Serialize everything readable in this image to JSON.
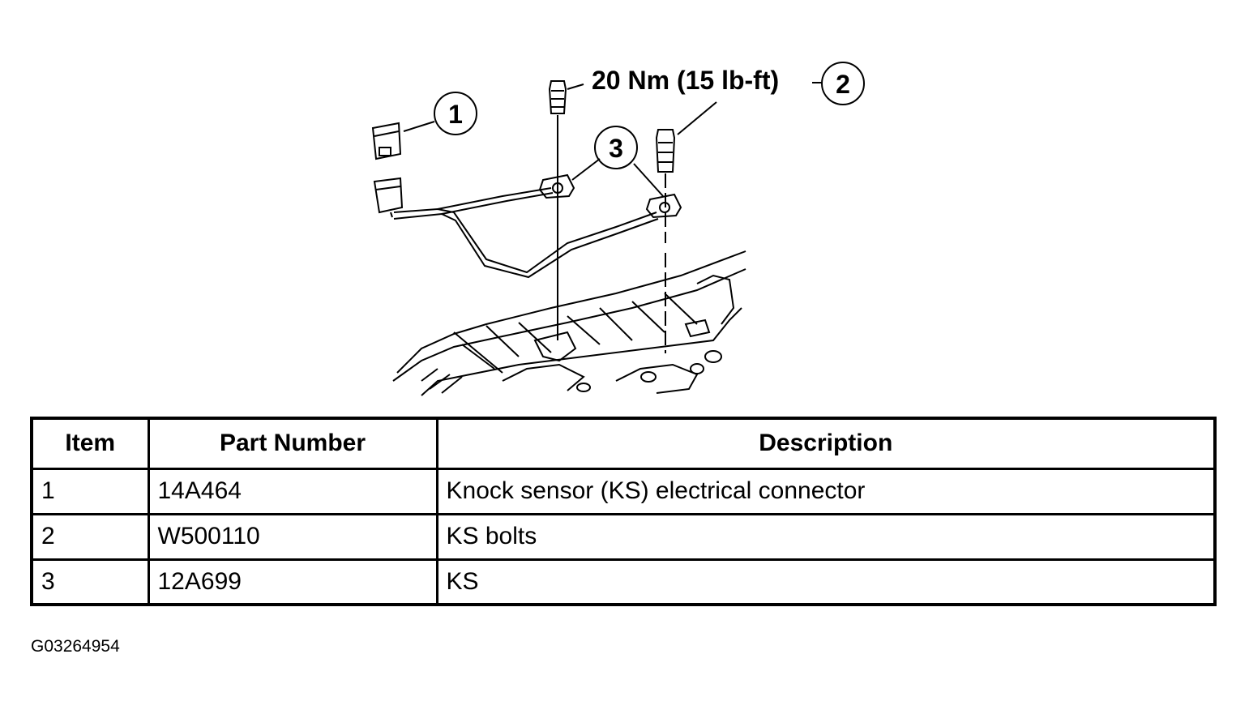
{
  "callouts": {
    "torque_label": "20 Nm (15 lb-ft)",
    "c1": "1",
    "c2": "2",
    "c3": "3"
  },
  "table": {
    "headers": {
      "item": "Item",
      "part_number": "Part Number",
      "description": "Description"
    },
    "rows": [
      {
        "item": "1",
        "part_number": "14A464",
        "description": "Knock sensor (KS) electrical connector"
      },
      {
        "item": "2",
        "part_number": "W500110",
        "description": "KS bolts"
      },
      {
        "item": "3",
        "part_number": "12A699",
        "description": "KS"
      }
    ]
  },
  "figure_id": "G03264954"
}
